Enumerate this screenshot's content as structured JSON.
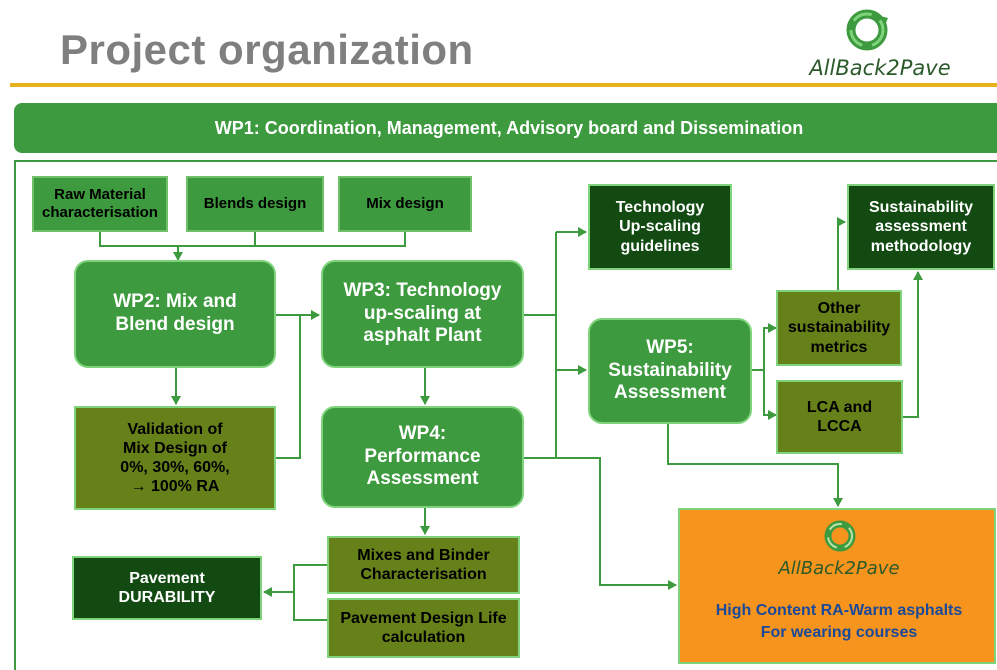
{
  "slide_title": "Project organization",
  "logo_text": "AllBack2Pave",
  "wp1_label": "WP1: Coordination, Management, Advisory board and Dissemination",
  "inputs": [
    "Raw Material\ncharacterisation",
    "Blends design",
    "Mix design"
  ],
  "wp2_label": "WP2: Mix and\nBlend design",
  "validation_label": "Validation of\nMix Design of\n0%, 30%, 60%,\n→ 100% RA",
  "wp3_label": "WP3: Technology\nup-scaling at\nasphalt Plant",
  "wp4_label": "WP4:\nPerformance\nAssessment",
  "mixes_binder_label": "Mixes and Binder\nCharacterisation",
  "pavement_design_label": "Pavement Design Life\ncalculation",
  "pavement_durability_label": "Pavement\nDURABILITY",
  "tech_guidelines_label": "Technology\nUp-scaling\nguidelines",
  "wp5_label": "WP5:\nSustainability\nAssessment",
  "other_metrics_label": "Other\nsustainability\nmetrics",
  "lca_label": "LCA and\nLCCA",
  "sust_method_label": "Sustainability\nassessment\nmethodology",
  "final_logo_text": "AllBack2Pave",
  "final_line1": "High Content  RA-Warm asphalts",
  "final_line2": "For wearing courses",
  "colors": {
    "green": "#3d9a3e",
    "olive": "#66801a",
    "dark_green": "#124a12",
    "orange": "#f7941d",
    "gold": "#e6b21a",
    "title_gray": "#7f7f7f"
  }
}
